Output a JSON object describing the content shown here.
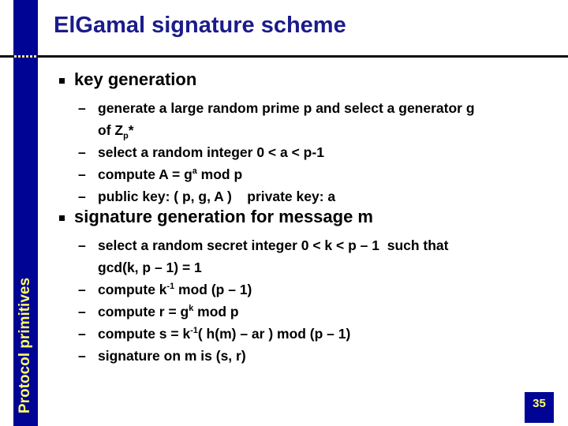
{
  "slide": {
    "title": "ElGamal signature scheme",
    "sidebar_label": "Protocol primitives",
    "page_number": "35",
    "list_marker": "–",
    "colors": {
      "bar_blue": "#000494",
      "title_navy": "#1B1B8C",
      "accent_yellow": "#FFFF66",
      "dash_pale": "#E9E6BC",
      "text": "#000000"
    },
    "sections": [
      {
        "heading": "key generation",
        "items": [
          {
            "segments": [
              {
                "t": "generate a large random prime p and select a generator g"
              },
              {
                "br": true
              },
              {
                "t": "of Z"
              },
              {
                "t": "p",
                "s": "sub"
              },
              {
                "t": "*"
              }
            ]
          },
          {
            "segments": [
              {
                "t": "select a random integer 0 < a < p-1"
              }
            ]
          },
          {
            "segments": [
              {
                "t": "compute A = g"
              },
              {
                "t": "a",
                "s": "sup"
              },
              {
                "t": " mod p"
              }
            ]
          },
          {
            "segments": [
              {
                "t": "public key: ( p, g, A )    private key: a"
              }
            ]
          }
        ]
      },
      {
        "heading": "signature generation for message m",
        "items": [
          {
            "segments": [
              {
                "t": "select a random secret integer 0 < k < p – 1  such that"
              },
              {
                "br": true
              },
              {
                "t": "gcd(k, p – 1) = 1"
              }
            ]
          },
          {
            "segments": [
              {
                "t": "compute k"
              },
              {
                "t": "-1",
                "s": "sup"
              },
              {
                "t": " mod (p – 1)"
              }
            ]
          },
          {
            "segments": [
              {
                "t": "compute r = g"
              },
              {
                "t": "k",
                "s": "sup"
              },
              {
                "t": " mod p"
              }
            ]
          },
          {
            "segments": [
              {
                "t": "compute s = k"
              },
              {
                "t": "-1",
                "s": "sup"
              },
              {
                "t": "( h(m) – ar ) mod (p – 1)"
              }
            ]
          },
          {
            "segments": [
              {
                "t": "signature on m is (s, r)"
              }
            ]
          }
        ]
      }
    ]
  }
}
